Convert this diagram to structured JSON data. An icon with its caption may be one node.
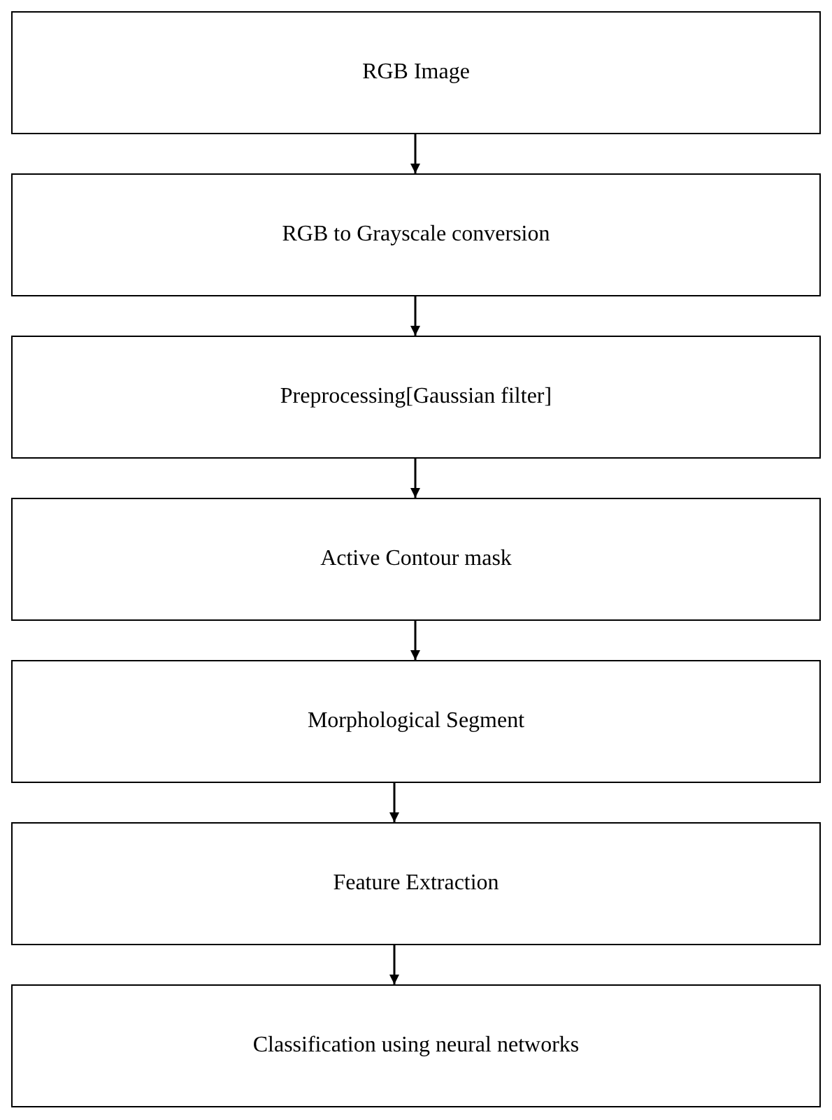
{
  "diagram": {
    "nodes": [
      {
        "text": [
          "RGB Image"
        ]
      },
      {
        "text": [
          "RGB to Grayscale conversion"
        ]
      },
      {
        "text": [
          "Preprocessing[Gaussian filter]"
        ]
      },
      {
        "text": [
          "Active Contour mask"
        ]
      },
      {
        "text": [
          "Morphological Segment"
        ]
      },
      {
        "text": [
          "Feature Extraction"
        ]
      },
      {
        "text": [
          "Classification using neural networks"
        ]
      }
    ],
    "edges": [
      {
        "from": 0,
        "to": 1,
        "arrow": "to"
      },
      {
        "from": 1,
        "to": 2,
        "arrow": "to"
      },
      {
        "from": 2,
        "to": 3,
        "arrow": "to"
      },
      {
        "from": 3,
        "to": 4,
        "arrow": "to"
      },
      {
        "from": 4,
        "to": 5,
        "arrow": "to"
      },
      {
        "from": 5,
        "to": 6,
        "arrow": "to"
      }
    ]
  }
}
